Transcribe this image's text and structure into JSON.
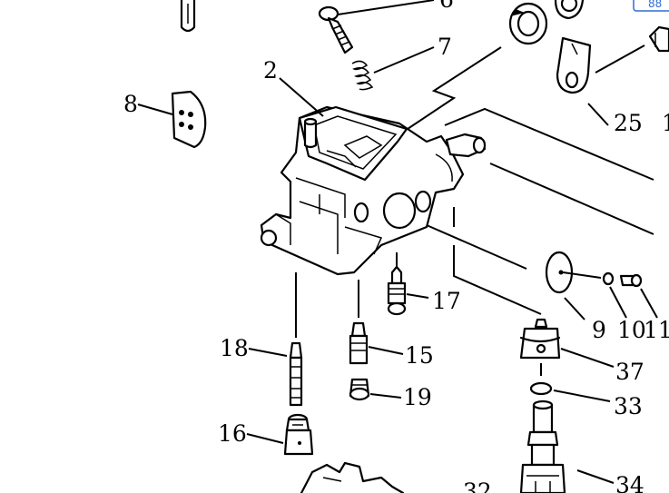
{
  "callouts": {
    "c2": "2",
    "c6": "6",
    "c7": "7",
    "c8": "8",
    "c9": "9",
    "c10": "10",
    "c11": "11",
    "c15": "15",
    "c16": "16",
    "c17": "17",
    "c18": "18",
    "c19": "19",
    "c25": "25",
    "c1x": "1",
    "c33": "33",
    "c34": "34",
    "c37": "37",
    "c32": "32"
  },
  "badge": {
    "text": "88",
    "color": "#2f6fcf"
  },
  "colors": {
    "ink": "#000000",
    "paper": "#ffffff"
  }
}
